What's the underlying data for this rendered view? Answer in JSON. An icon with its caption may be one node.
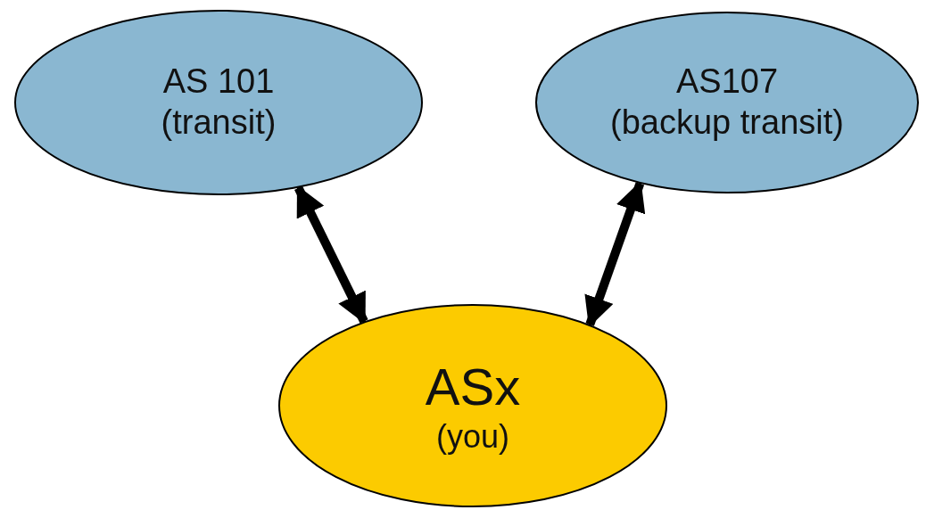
{
  "diagram": {
    "nodes": [
      {
        "text": [
          "AS 101",
          "(transit)"
        ]
      },
      {
        "text": [
          "AS107",
          "(backup transit)"
        ]
      },
      {
        "text": [
          "ASx",
          "(you)"
        ]
      }
    ],
    "edges": [
      {
        "from": 0,
        "to": 2,
        "arrow": "both"
      },
      {
        "from": 1,
        "to": 2,
        "arrow": "both"
      }
    ]
  }
}
